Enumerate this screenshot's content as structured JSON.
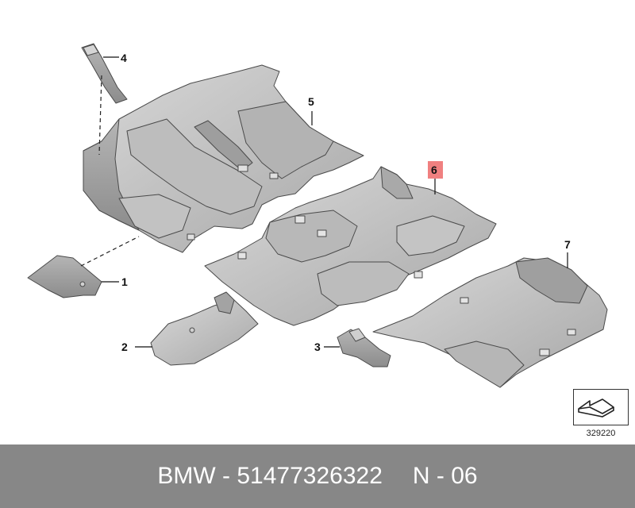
{
  "callouts": [
    {
      "id": "1",
      "label": "1",
      "highlighted": false
    },
    {
      "id": "2",
      "label": "2",
      "highlighted": false
    },
    {
      "id": "3",
      "label": "3",
      "highlighted": false
    },
    {
      "id": "4",
      "label": "4",
      "highlighted": false
    },
    {
      "id": "5",
      "label": "5",
      "highlighted": false
    },
    {
      "id": "6",
      "label": "6",
      "highlighted": true
    },
    {
      "id": "7",
      "label": "7",
      "highlighted": false
    }
  ],
  "reference_number": "329220",
  "footer": {
    "brand": "BMW",
    "separator": " - ",
    "part_number": "51477326322",
    "diagram_code": "N - 06"
  },
  "colors": {
    "highlight": "#f08080",
    "footer_background": "#878787",
    "part_fill": "#c9c9c9",
    "part_shade": "#a9a9a9"
  },
  "icons": {
    "reference_box": "orientation-arrow-icon"
  }
}
